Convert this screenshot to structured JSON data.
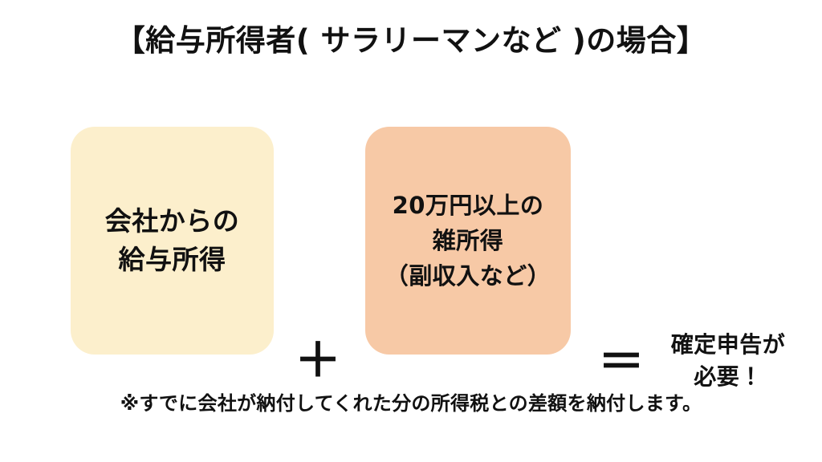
{
  "slide": {
    "background_color": "#ffffff",
    "title": "【給与所得者( サラリーマンなど )の場合】",
    "footnote": "※すでに会社が納付してくれた分の所得税との差額を納付します。"
  },
  "equation": {
    "cards": [
      {
        "id": "salary-income",
        "color": "#fcefcc",
        "lines": [
          "会社からの",
          "給与所得"
        ]
      },
      {
        "id": "misc-income",
        "color": "#f7c9a6",
        "lines": [
          "20万円以上の",
          "雑所得",
          "（副収入など）"
        ]
      }
    ],
    "operators": {
      "plus": "＋",
      "equals": "＝"
    },
    "result": {
      "lines": [
        "確定申告が",
        "必要！"
      ]
    }
  },
  "colors": {
    "text": "#111111",
    "card_salary": "#fcefcc",
    "card_misc": "#f7c9a6",
    "background": "#ffffff"
  }
}
